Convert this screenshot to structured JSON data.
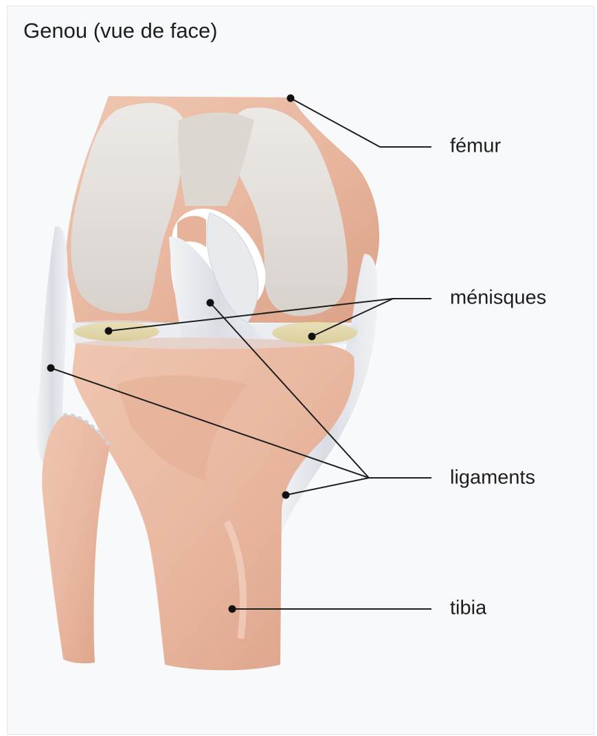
{
  "title": "Genou (vue de face)",
  "labels": {
    "femur": "fémur",
    "menisques": "ménisques",
    "ligaments": "ligaments",
    "tibia": "tibia"
  },
  "colors": {
    "background": "#f8f9fb",
    "bone": "#e9b8a1",
    "cartilage": "#e2ddd8",
    "ligament": "#e6e8ec",
    "menisque": "#e6c95a"
  }
}
